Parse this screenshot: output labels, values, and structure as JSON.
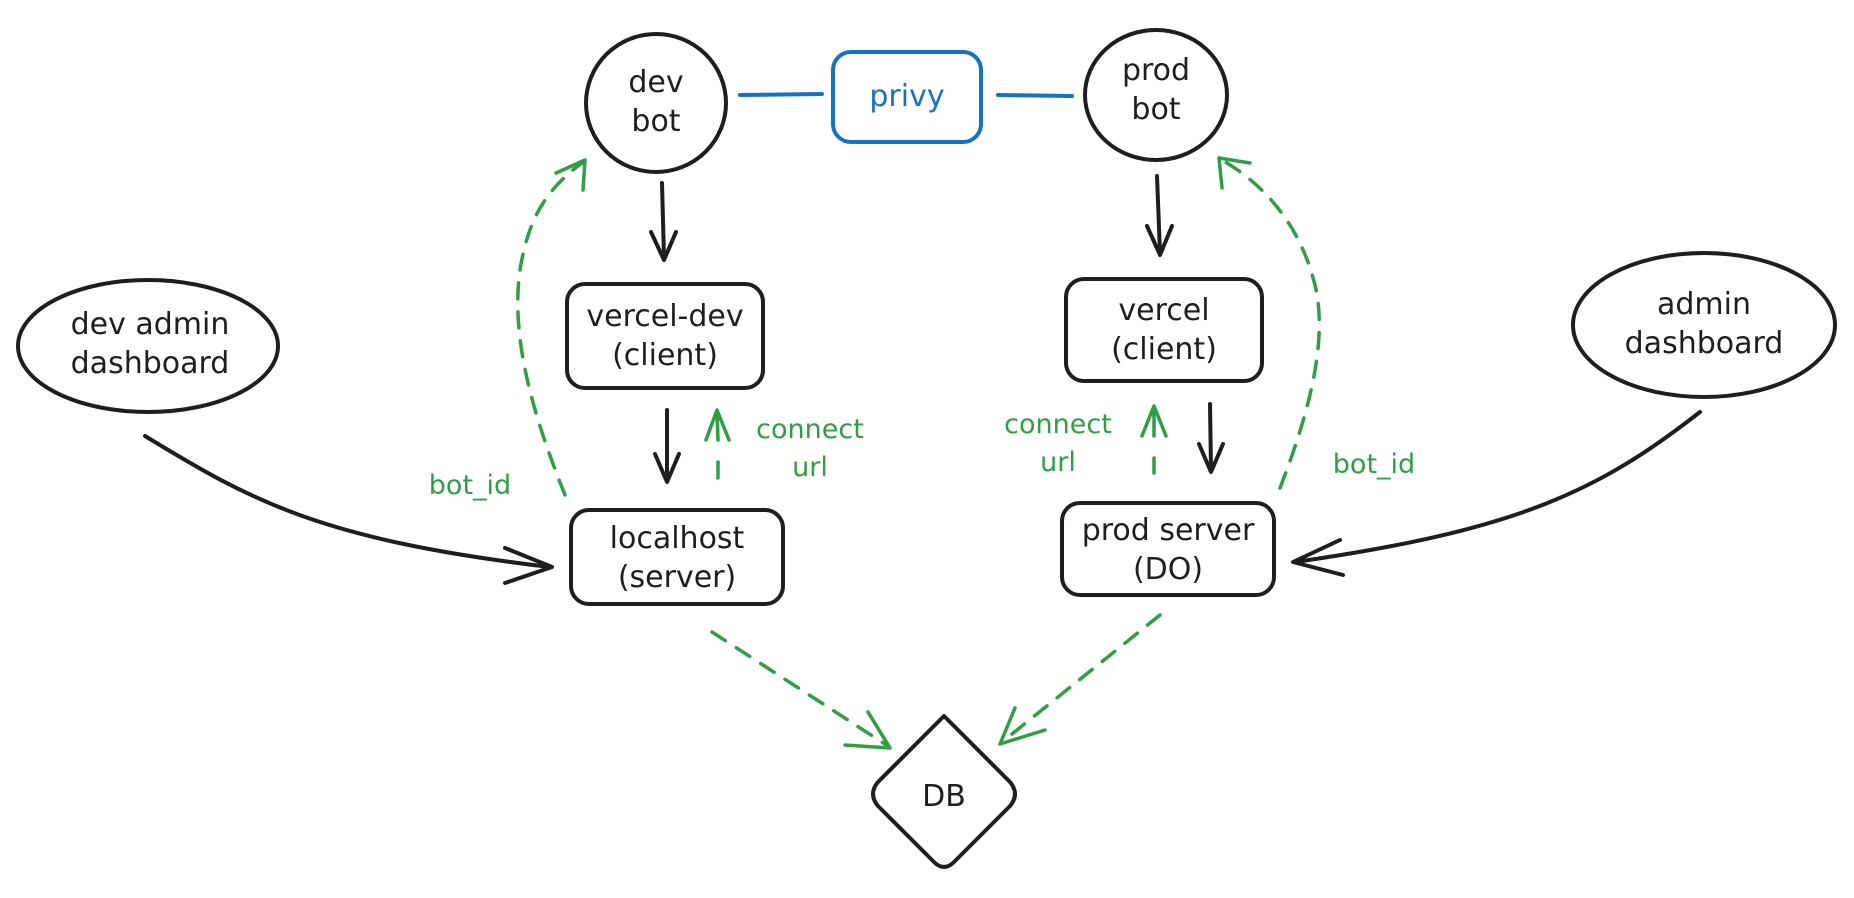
{
  "nodes": {
    "dev_bot": [
      "dev",
      "bot"
    ],
    "prod_bot": [
      "prod",
      "bot"
    ],
    "privy": [
      "privy"
    ],
    "vercel_dev": [
      "vercel-dev",
      "(client)"
    ],
    "vercel": [
      "vercel",
      "(client)"
    ],
    "localhost": [
      "localhost",
      "(server)"
    ],
    "prod_server": [
      "prod server",
      "(DO)"
    ],
    "dev_admin": [
      "dev admin",
      "dashboard"
    ],
    "admin": [
      "admin",
      "dashboard"
    ],
    "db": [
      "DB"
    ]
  },
  "edge_labels": {
    "bot_id_left": "bot_id",
    "bot_id_right": "bot_id",
    "connect_left": [
      "connect",
      "url"
    ],
    "connect_right": [
      "connect",
      "url"
    ]
  },
  "colors": {
    "ink": "#1e1e1e",
    "blue": "#1971c2",
    "green": "#2f9e44"
  }
}
